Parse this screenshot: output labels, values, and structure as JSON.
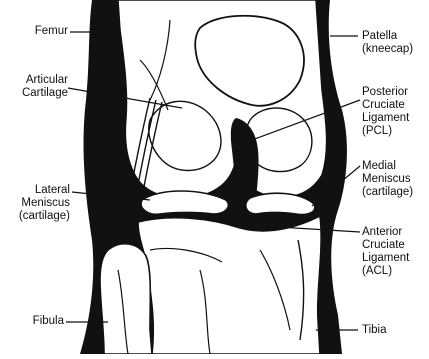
{
  "labels": {
    "femur": [
      "Femur"
    ],
    "articular_cartilage": [
      "Articular",
      "Cartilage"
    ],
    "lateral_meniscus": [
      "Lateral",
      "Meniscus",
      "(cartilage)"
    ],
    "fibula": [
      "Fibula"
    ],
    "patella": [
      "Patella",
      "(kneecap)"
    ],
    "pcl": [
      "Posterior",
      "Cruciate",
      "Ligament",
      "(PCL)"
    ],
    "medial_meniscus": [
      "Medial",
      "Meniscus",
      "(cartilage)"
    ],
    "acl": [
      "Anterior",
      "Cruciate",
      "Ligament",
      "(ACL)"
    ],
    "tibia": [
      "Tibia"
    ]
  },
  "colors": {
    "ink": "#111111",
    "background": "#ffffff",
    "bone": "#ffffff"
  }
}
